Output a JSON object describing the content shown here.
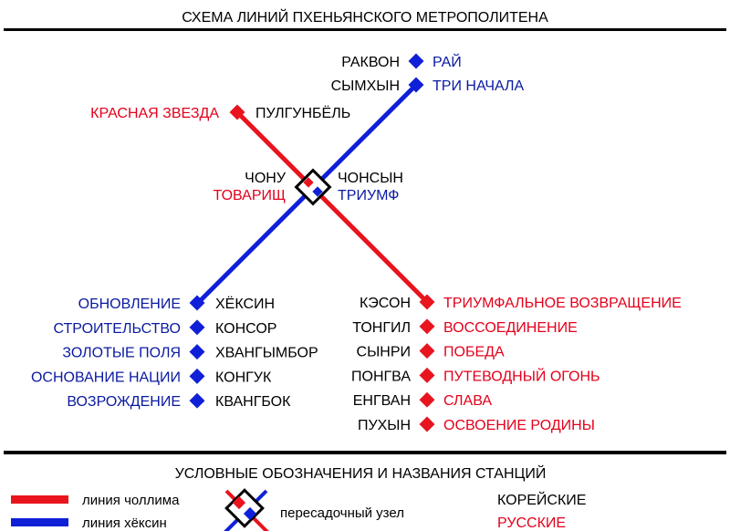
{
  "title": "СХЕМА ЛИНИЙ ПХЕНЬЯНСКОГО МЕТРОПОЛИТЕНА",
  "colors": {
    "red_line": "#e8141e",
    "blue_line": "#1020d8",
    "red_text": "#e3001b",
    "blue_text": "#0a1aa0"
  },
  "top_stations": [
    {
      "korean": "РАКВОН",
      "russian": "РАЙ",
      "line": "blue"
    },
    {
      "korean": "СЫМХЫН",
      "russian": "ТРИ НАЧАЛА",
      "line": "blue"
    }
  ],
  "red_top_station": {
    "korean": "ПУЛГУНБЁЛЬ",
    "russian": "КРАСНАЯ ЗВЕЗДА"
  },
  "interchange": {
    "red": {
      "korean": "ЧОНУ",
      "russian": "ТОВАРИЩ"
    },
    "blue": {
      "korean": "ЧОНСЫН",
      "russian": "ТРИУМФ"
    }
  },
  "blue_stations": [
    {
      "korean": "ХЁКСИН",
      "russian": "ОБНОВЛЕНИЕ"
    },
    {
      "korean": "КОНСОР",
      "russian": "СТРОИТЕЛЬСТВО"
    },
    {
      "korean": "ХВАНГЫМБОР",
      "russian": "ЗОЛОТЫЕ ПОЛЯ"
    },
    {
      "korean": "КОНГУК",
      "russian": "ОСНОВАНИЕ НАЦИИ"
    },
    {
      "korean": "КВАНГБОК",
      "russian": "ВОЗРОЖДЕНИЕ"
    }
  ],
  "red_stations": [
    {
      "korean": "КЭСОН",
      "russian": "ТРИУМФАЛЬНОЕ ВОЗВРАЩЕНИЕ"
    },
    {
      "korean": "ТОНГИЛ",
      "russian": "ВОССОЕДИНЕНИЕ"
    },
    {
      "korean": "СЫНРИ",
      "russian": "ПОБЕДА"
    },
    {
      "korean": "ПОНГВА",
      "russian": "ПУТЕВОДНЫЙ ОГОНЬ"
    },
    {
      "korean": "ЕНГВАН",
      "russian": "СЛАВА"
    },
    {
      "korean": "ПУХЫН",
      "russian": "ОСВОЕНИЕ РОДИНЫ"
    }
  ],
  "legend": {
    "title": "УСЛОВНЫЕ ОБОЗНАЧЕНИЯ И НАЗВАНИЯ СТАНЦИЙ",
    "red_line": "линия чоллима",
    "blue_line": "линия хёксин",
    "interchange": "пересадочный узел",
    "korean": "КОРЕЙСКИЕ",
    "russian": "РУССКИЕ"
  }
}
